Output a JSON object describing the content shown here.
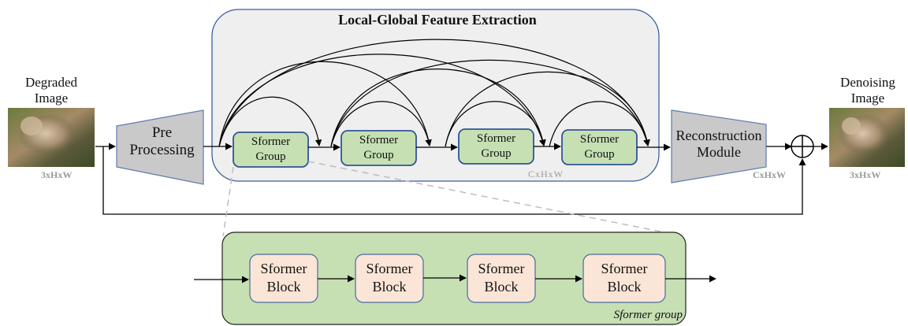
{
  "title": "Local-Global Feature Extraction",
  "input": {
    "label_line1": "Degraded",
    "label_line2": "Image",
    "dim": "3xHxW"
  },
  "output": {
    "label_line1": "Denoising",
    "label_line2": "Image",
    "dim": "3xHxW"
  },
  "pre": {
    "line1": "Pre",
    "line2": "Processing"
  },
  "recon": {
    "line1": "Reconstruction",
    "line2": "Module",
    "dim": "CxHxW"
  },
  "feature_dim": "CxHxW",
  "groups": [
    {
      "line1": "Sformer",
      "line2": "Group"
    },
    {
      "line1": "Sformer",
      "line2": "Group"
    },
    {
      "line1": "Sformer",
      "line2": "Group"
    },
    {
      "line1": "Sformer",
      "line2": "Group"
    }
  ],
  "blocks": [
    {
      "line1": "Sformer",
      "line2": "Block"
    },
    {
      "line1": "Sformer",
      "line2": "Block"
    },
    {
      "line1": "Sformer",
      "line2": "Block"
    },
    {
      "line1": "Sformer",
      "line2": "Block"
    }
  ],
  "detail_caption": "Sformer group",
  "colors": {
    "extraction_fill": "#efefef",
    "extraction_border": "#3a5f9e",
    "group_fill": "#c6e0b4",
    "group_border": "#2f5597",
    "trap_fill": "#c9c9c9",
    "trap_border": "#5c7cb0",
    "detail_fill": "#c6e0b4",
    "block_fill": "#fbe5d6",
    "block_border": "#4a6aa0",
    "dash": "#bdbdbd"
  }
}
